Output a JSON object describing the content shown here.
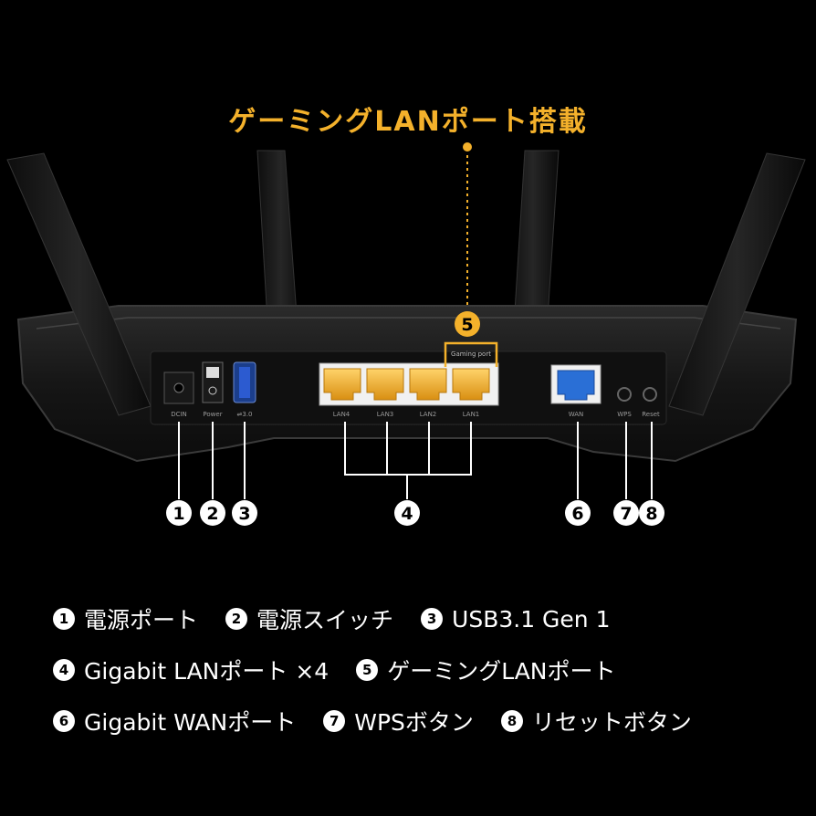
{
  "colors": {
    "background": "#000000",
    "accent_gold": "#f4b12b",
    "wan_blue": "#2a6fd6",
    "label_white": "#ffffff"
  },
  "headline": "ゲーミングLANポート搭載",
  "callout_number": "5",
  "port_labels": {
    "dcin": "DCIN",
    "power": "Power",
    "usb": "⇌3.0",
    "lan4": "LAN4",
    "lan3": "LAN3",
    "lan2": "LAN2",
    "lan1": "LAN1",
    "gaming_tag": "Gaming port",
    "wan": "WAN",
    "wps": "WPS",
    "reset": "Reset"
  },
  "markers": [
    "1",
    "2",
    "3",
    "4",
    "6",
    "7",
    "8"
  ],
  "legend": [
    [
      {
        "num": "1",
        "text": "電源ポート"
      },
      {
        "num": "2",
        "text": "電源スイッチ"
      },
      {
        "num": "3",
        "text": "USB3.1 Gen 1"
      }
    ],
    [
      {
        "num": "4",
        "text": "Gigabit LANポート ×4"
      },
      {
        "num": "5",
        "text": "ゲーミングLANポート"
      }
    ],
    [
      {
        "num": "6",
        "text": "Gigabit WANポート"
      },
      {
        "num": "7",
        "text": "WPSボタン"
      },
      {
        "num": "8",
        "text": "リセットボタン"
      }
    ]
  ]
}
